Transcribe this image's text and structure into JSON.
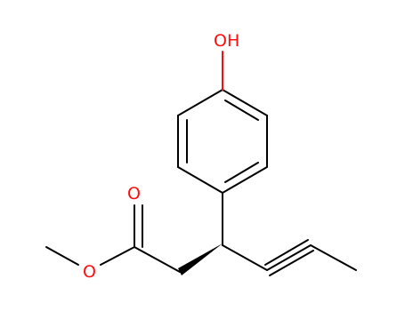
{
  "molecule": {
    "atoms": {
      "hydroxyl": {
        "label": "OH",
        "color": "#ff0d0d"
      },
      "carbonyl_oxygen": {
        "label": "O",
        "color": "#ff0d0d"
      },
      "ester_oxygen": {
        "label": "O",
        "color": "#ff0d0d"
      }
    },
    "colors": {
      "bond": "#000000",
      "heteroatom": "#ff0d0d",
      "background": "#ffffff"
    }
  }
}
